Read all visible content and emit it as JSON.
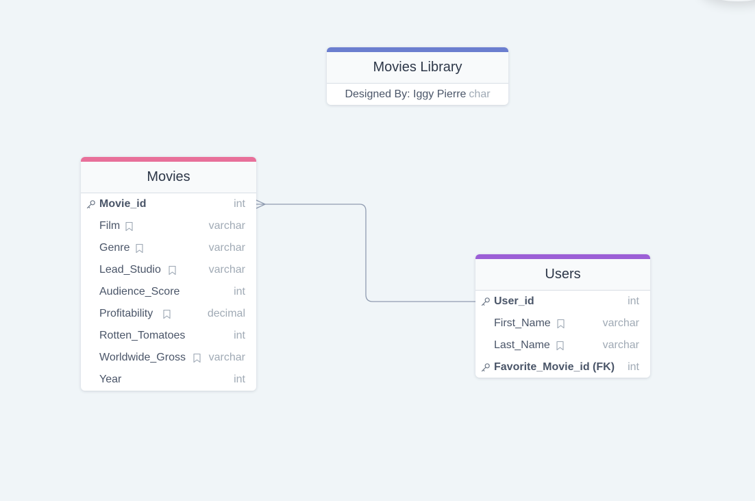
{
  "colors": {
    "background": "#f0f5f8",
    "library_bar": "#6b7ecf",
    "movies_bar": "#e8709a",
    "users_bar": "#9b5fd6",
    "connector": "#8f9bb0"
  },
  "library": {
    "title": "Movies Library",
    "designer": "Designed By: Iggy Pierre",
    "type": "char"
  },
  "movies": {
    "title": "Movies",
    "fields": [
      {
        "name": "Movie_id",
        "type": "int",
        "icon": "key-icon",
        "primary": true
      },
      {
        "name": "Film",
        "type": "varchar",
        "icon": "bookmark-icon"
      },
      {
        "name": "Genre",
        "type": "varchar",
        "icon": "bookmark-icon"
      },
      {
        "name": "Lead_Studio",
        "type": "varchar",
        "icon": "bookmark-icon"
      },
      {
        "name": "Audience_Score",
        "type": "int"
      },
      {
        "name": "Profitability",
        "type": "decimal",
        "icon": "bookmark-icon"
      },
      {
        "name": "Rotten_Tomatoes",
        "type": "int"
      },
      {
        "name": "Worldwide_Gross",
        "type": "varchar",
        "icon": "bookmark-icon"
      },
      {
        "name": "Year",
        "type": "int"
      }
    ]
  },
  "users": {
    "title": "Users",
    "fields": [
      {
        "name": "User_id",
        "type": "int",
        "icon": "key-icon",
        "primary": true
      },
      {
        "name": "First_Name",
        "type": "varchar",
        "icon": "bookmark-icon"
      },
      {
        "name": "Last_Name",
        "type": "varchar",
        "icon": "bookmark-icon"
      },
      {
        "name": "Favorite_Movie_id (FK)",
        "type": "int",
        "icon": "key-icon",
        "primary": true
      }
    ]
  },
  "relationship": {
    "from": "Movies.Movie_id",
    "to": "Users.User_id",
    "from_end": "crow-foot-icon"
  }
}
